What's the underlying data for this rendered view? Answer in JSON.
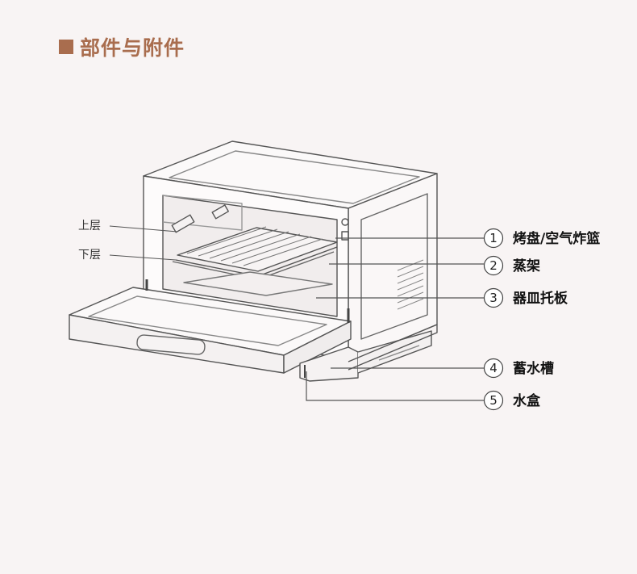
{
  "title": "部件与附件",
  "layers": [
    {
      "id": "upper",
      "label": "上层"
    },
    {
      "id": "lower",
      "label": "下层"
    }
  ],
  "callouts": [
    {
      "num": "1",
      "label": "烤盘/空气炸篮"
    },
    {
      "num": "2",
      "label": "蒸架"
    },
    {
      "num": "3",
      "label": "器皿托板"
    },
    {
      "num": "4",
      "label": "蓄水槽"
    },
    {
      "num": "5",
      "label": "水盒"
    }
  ],
  "colors": {
    "accent": "#a96d4e",
    "line": "#555555",
    "background": "#f8f4f4"
  }
}
